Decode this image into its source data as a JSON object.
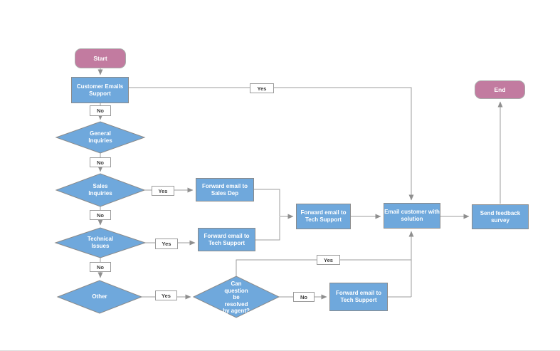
{
  "diagram": {
    "title_hint": "Customer email support flowchart",
    "colors": {
      "process_fill": "#6fa8dc",
      "terminator_fill": "#c27ba0",
      "shape_border": "#8a8a8a",
      "connector": "#8f8f8f",
      "shape_text": "#ffffff",
      "edge_label_text": "#3d3d3d",
      "background": "#ffffff"
    },
    "nodes": {
      "start": {
        "type": "terminator",
        "label": "Start"
      },
      "customer_emails": {
        "type": "process",
        "label": "Customer Emails Support"
      },
      "general_inquiries": {
        "type": "decision",
        "label": "General Inquiries"
      },
      "sales_inquiries": {
        "type": "decision",
        "label": "Sales Inquiries"
      },
      "technical_issues": {
        "type": "decision",
        "label": "Technical Issues"
      },
      "other": {
        "type": "decision",
        "label": "Other"
      },
      "can_question": {
        "type": "decision",
        "label": "Can question be resolved by agent?"
      },
      "forward_sales_dep": {
        "type": "process",
        "label": "Forward email to Sales Dep"
      },
      "forward_tech_1": {
        "type": "process",
        "label": "Forward email to Tech Support"
      },
      "forward_tech_2": {
        "type": "process",
        "label": "Forward email to Tech Support"
      },
      "forward_tech_3": {
        "type": "process",
        "label": "Forward email to Tech Support"
      },
      "email_customer": {
        "type": "process",
        "label": "Email customer with solution"
      },
      "send_feedback": {
        "type": "process",
        "label": "Send feedback survey"
      },
      "end": {
        "type": "terminator",
        "label": "End"
      }
    },
    "edge_labels": {
      "yes_customer": "Yes",
      "no_customer": "No",
      "no_general": "No",
      "yes_sales": "Yes",
      "no_sales": "No",
      "yes_technical": "Yes",
      "no_technical": "No",
      "yes_other": "Yes",
      "yes_resolved": "Yes",
      "no_resolved": "No"
    }
  }
}
